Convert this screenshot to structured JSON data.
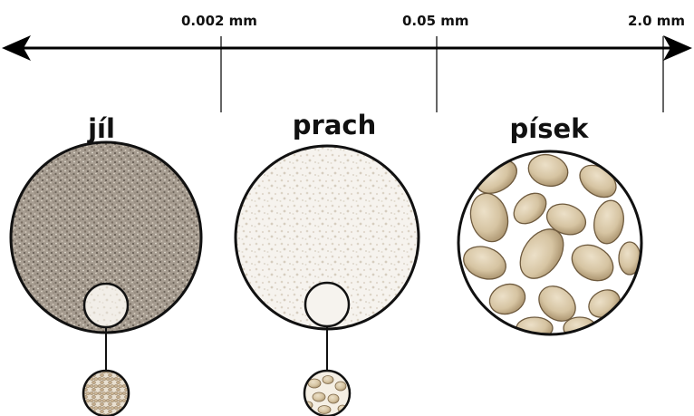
{
  "scale": {
    "ticks": [
      {
        "label": "0.002 mm"
      },
      {
        "label": "0.05 mm"
      },
      {
        "label": "2.0 mm"
      }
    ]
  },
  "classes": [
    {
      "label": "jíl"
    },
    {
      "label": "prach"
    },
    {
      "label": "písek"
    }
  ],
  "colors": {
    "outline": "#111111",
    "clay_fill": "#a59c91",
    "silt_fill": "#f4f1eb",
    "sand_grain": "#d8c7a6",
    "sand_grain_dark": "#a8916c"
  }
}
